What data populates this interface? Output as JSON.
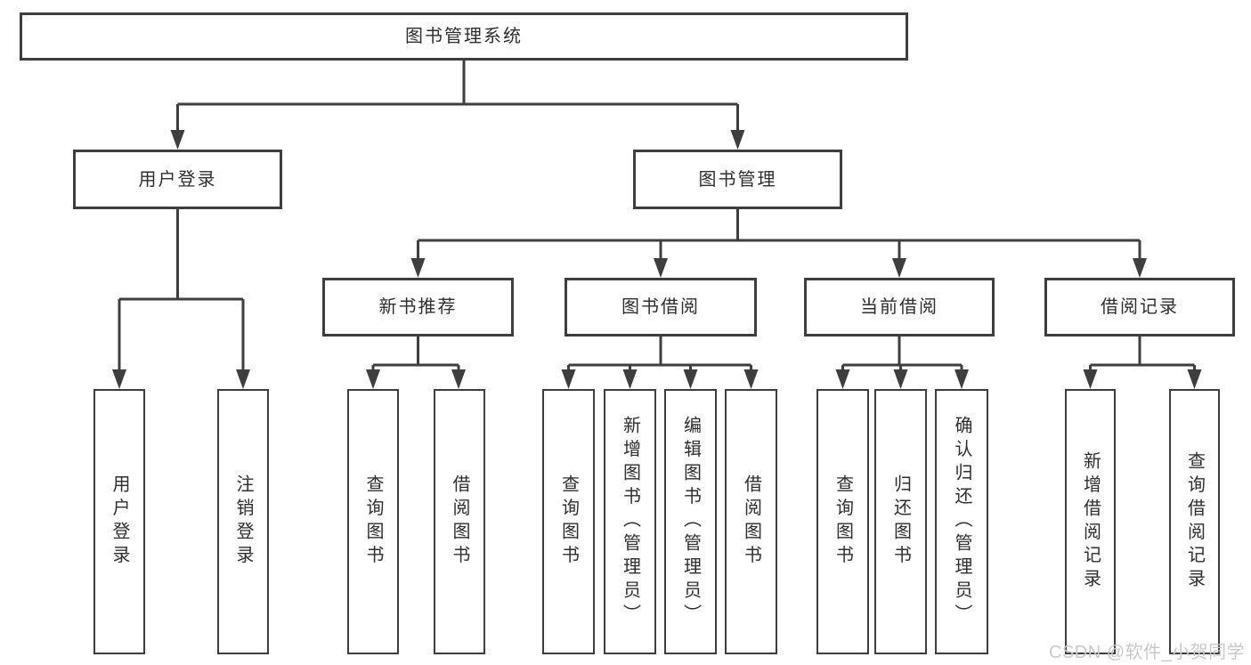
{
  "colors": {
    "line": "#3e3e3e",
    "box_border": "#3e3e3e",
    "box_background": "#ffffff",
    "text": "#2e2e2e",
    "watermark_text": "#c9c9c9"
  },
  "tree": {
    "root": {
      "label": "图书管理系统",
      "children": [
        {
          "label": "用户登录",
          "children": [
            {
              "label": "用户登录"
            },
            {
              "label": "注销登录"
            }
          ]
        },
        {
          "label": "图书管理",
          "children": [
            {
              "label": "新书推荐",
              "children": [
                {
                  "label": "查询图书"
                },
                {
                  "label": "借阅图书"
                }
              ]
            },
            {
              "label": "图书借阅",
              "children": [
                {
                  "label": "查询图书"
                },
                {
                  "label": "新增图书（管理员）"
                },
                {
                  "label": "编辑图书（管理员）"
                },
                {
                  "label": "借阅图书"
                }
              ]
            },
            {
              "label": "当前借阅",
              "children": [
                {
                  "label": "查询图书"
                },
                {
                  "label": "归还图书"
                },
                {
                  "label": "确认归还（管理员）"
                }
              ]
            },
            {
              "label": "借阅记录",
              "children": [
                {
                  "label": "新增借阅记录"
                },
                {
                  "label": "查询借阅记录"
                }
              ]
            }
          ]
        }
      ]
    }
  },
  "watermark": {
    "text": "CSDN @软件_小贺同学"
  }
}
